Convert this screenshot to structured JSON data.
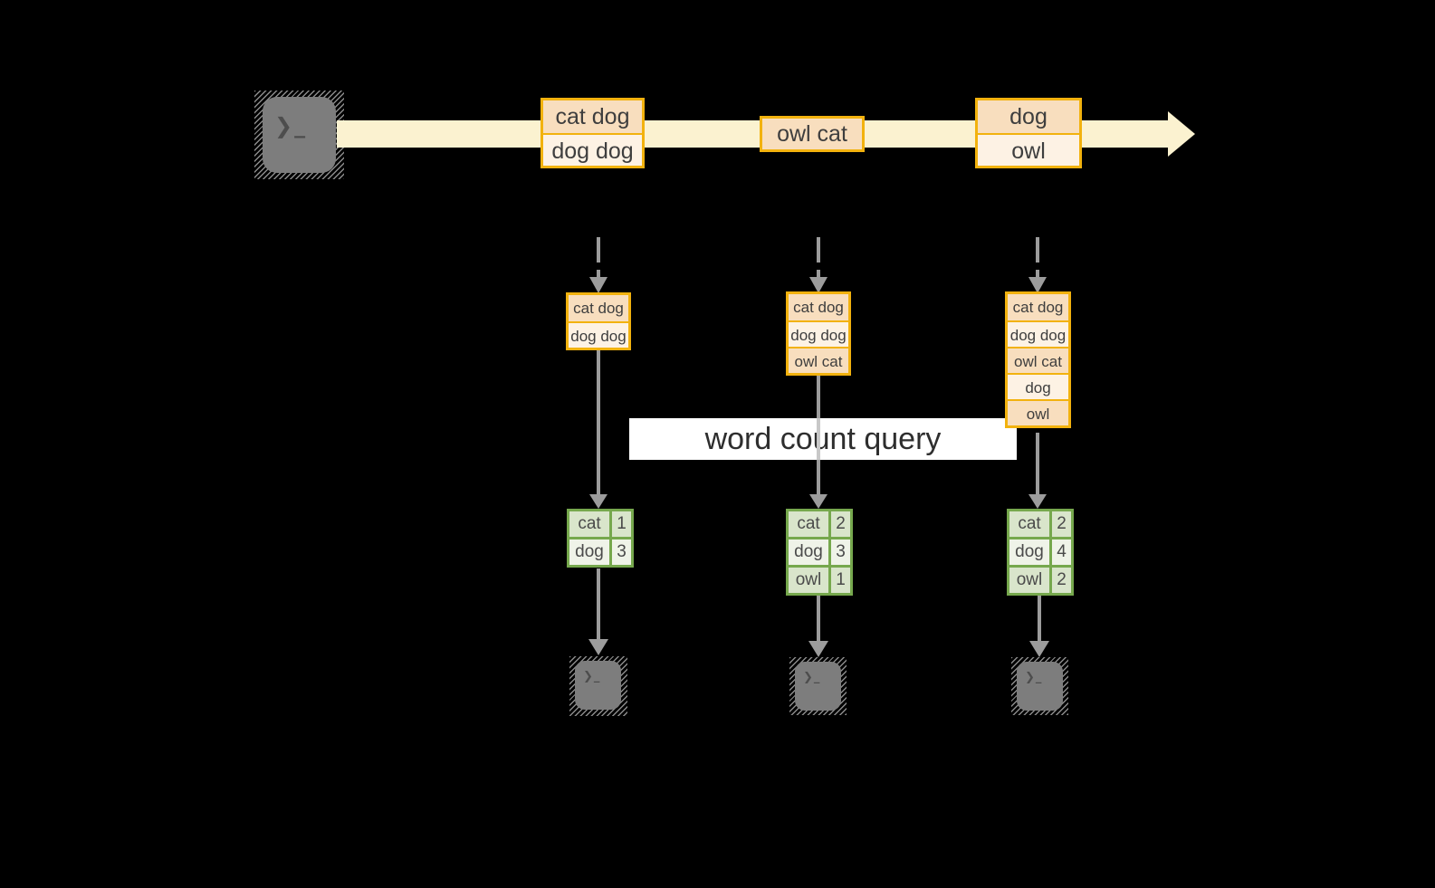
{
  "diagram": {
    "query_label": "word count query",
    "terminal_prompt": "❯_",
    "stream_events": [
      {
        "lines": [
          "cat dog",
          "dog dog"
        ]
      },
      {
        "lines": [
          "owl cat"
        ]
      },
      {
        "lines": [
          "dog",
          "owl"
        ]
      }
    ],
    "state_buffers": [
      {
        "lines": [
          "cat dog",
          "dog dog"
        ]
      },
      {
        "lines": [
          "cat dog",
          "dog dog",
          "owl cat"
        ]
      },
      {
        "lines": [
          "cat dog",
          "dog dog",
          "owl cat",
          "dog",
          "owl"
        ]
      }
    ],
    "count_tables": [
      {
        "rows": [
          [
            "cat",
            "1"
          ],
          [
            "dog",
            "3"
          ]
        ]
      },
      {
        "rows": [
          [
            "cat",
            "2"
          ],
          [
            "dog",
            "3"
          ],
          [
            "owl",
            "1"
          ]
        ]
      },
      {
        "rows": [
          [
            "cat",
            "2"
          ],
          [
            "dog",
            "4"
          ],
          [
            "owl",
            "2"
          ]
        ]
      }
    ],
    "colors": {
      "background": "#000000",
      "stream_band": "#fbf2d0",
      "event_border": "#f2b20e",
      "event_fill_dark": "#f8debe",
      "event_fill_light": "#fdf2e4",
      "table_border": "#76a84d",
      "table_fill_dark": "#d9e5cb",
      "table_fill_light": "#eff3e8",
      "arrow_gray": "#9c9c9c",
      "terminal_gray": "#7d7d7d",
      "query_banner_bg": "#ffffff",
      "text": "#3e3e3e"
    }
  }
}
